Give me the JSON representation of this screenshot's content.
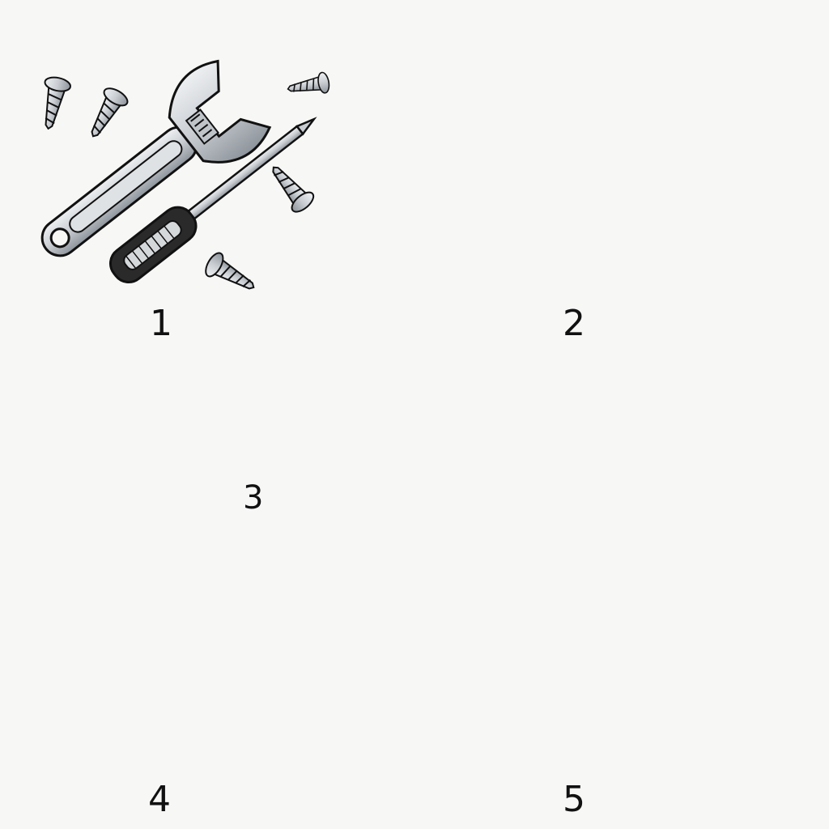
{
  "steps": [
    {
      "number": "1",
      "icon": "tools-icon"
    },
    {
      "number": "2",
      "icon": "mark-handle-icon"
    },
    {
      "number": "3",
      "icon": "remove-screw-icon"
    },
    {
      "number": "4",
      "icon": "tighten-nut-icon"
    },
    {
      "number": "5",
      "icon": "test-handle-icon"
    }
  ],
  "colors": {
    "ink": "#111111",
    "metal": "#c9cdd2",
    "metal_dark": "#8d949b",
    "grip": "#2a2a2a",
    "skin": "#ffffff",
    "background": "#f7f7f6"
  }
}
